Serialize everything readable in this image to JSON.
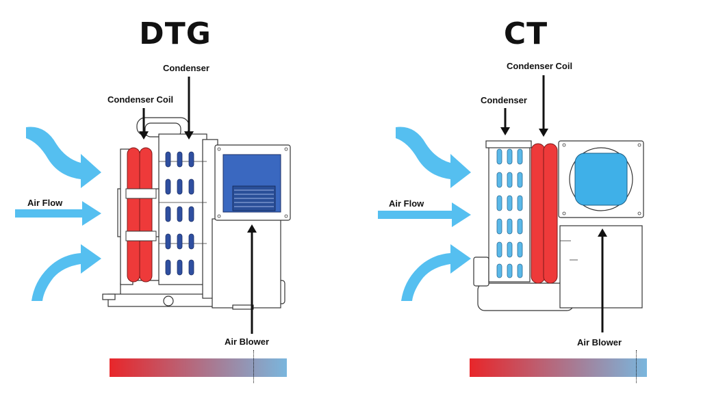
{
  "dtg": {
    "title": "DTG",
    "labels": {
      "condenser": "Condenser",
      "condenser_coil": "Condenser Coil",
      "air_flow": "Air Flow",
      "air_blower": "Air Blower"
    },
    "gradient_marker": 0.81
  },
  "ct": {
    "title": "CT",
    "labels": {
      "condenser": "Condenser",
      "condenser_coil": "Condenser Coil",
      "air_flow": "Air Flow",
      "air_blower": "Air Blower"
    },
    "gradient_marker": 0.94
  },
  "colors": {
    "hot": "#e8262a",
    "cool": "#7ab6dd",
    "air_arrow": "#55bff0",
    "coil": "#ee3a3a",
    "condenser_fins": "#2f4fa0",
    "blower_dtg": "#3a68c0",
    "blower_ct": "#3fb0e8"
  }
}
